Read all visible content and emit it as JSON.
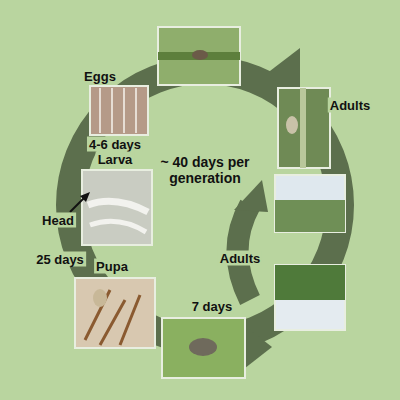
{
  "diagram": {
    "labels": [
      "Eggs",
      "Adults",
      "4-6 days",
      "Larva",
      "~ 40 days per generation",
      "Head",
      "25 days",
      "Pupa",
      "7 days",
      "Adults"
    ]
  }
}
